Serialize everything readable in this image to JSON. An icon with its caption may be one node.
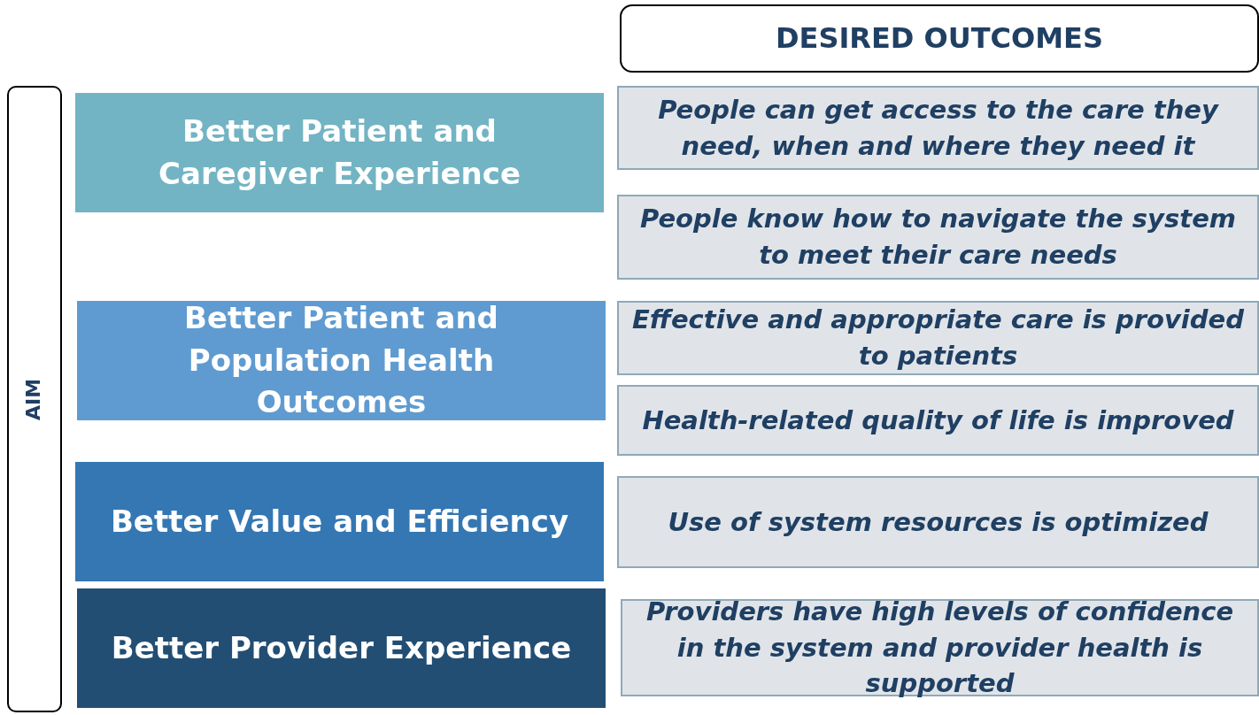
{
  "diagram": {
    "nodes": [
      {
        "text": [
          "DESIRED OUTCOMES"
        ]
      },
      {
        "text": [
          "AIM"
        ]
      },
      {
        "text": [
          "Better Patient and Caregiver Experience"
        ]
      },
      {
        "text": [
          "Better Patient and Population Health Outcomes"
        ]
      },
      {
        "text": [
          "Better Value and Efficiency"
        ]
      },
      {
        "text": [
          "Better Provider Experience"
        ]
      },
      {
        "text": [
          "People can get access to the care they need, when and where they need it"
        ]
      },
      {
        "text": [
          "People know how to navigate the system to meet their care needs"
        ]
      },
      {
        "text": [
          "Effective and appropriate care is provided to patients"
        ]
      },
      {
        "text": [
          "Health-related quality of life is improved"
        ]
      },
      {
        "text": [
          "Use of system resources is optimized"
        ]
      },
      {
        "text": [
          "Providers have high levels of confidence in the system and provider health is supported"
        ]
      }
    ]
  }
}
